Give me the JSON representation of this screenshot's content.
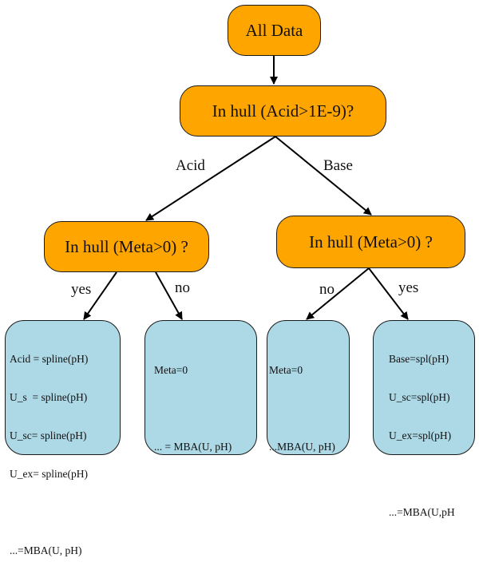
{
  "diagram": {
    "colors": {
      "decision_fill": "#ffa500",
      "leaf_fill": "#add8e6",
      "stroke": "#1a1a1a"
    },
    "nodes": {
      "root": {
        "label": "All Data"
      },
      "acid_check": {
        "label": "In hull (Acid>1E-9)?"
      },
      "meta_check_acid": {
        "label": "In hull (Meta>0) ?"
      },
      "meta_check_base": {
        "label": "In hull (Meta>0) ?"
      },
      "leaf_acid_yes": {
        "lines": [
          "Acid = spline(pH)",
          "U_s  = spline(pH)",
          "U_sc= spline(pH)",
          "U_ex= spline(pH)",
          "",
          "...=MBA(U, pH)"
        ]
      },
      "leaf_acid_no": {
        "lines": [
          "Meta=0",
          "",
          "... = MBA(U, pH)"
        ]
      },
      "leaf_base_no": {
        "lines": [
          "Meta=0",
          "",
          "...MBA(U, pH)"
        ]
      },
      "leaf_base_yes": {
        "lines": [
          "Base=spl(pH)",
          "U_sc=spl(pH)",
          "U_ex=spl(pH)",
          "",
          "...=MBA(U,pH"
        ]
      }
    },
    "edges": [
      {
        "from": "root",
        "to": "acid_check",
        "label": ""
      },
      {
        "from": "acid_check",
        "to": "meta_check_acid",
        "label": "Acid"
      },
      {
        "from": "acid_check",
        "to": "meta_check_base",
        "label": "Base"
      },
      {
        "from": "meta_check_acid",
        "to": "leaf_acid_yes",
        "label": "yes"
      },
      {
        "from": "meta_check_acid",
        "to": "leaf_acid_no",
        "label": "no"
      },
      {
        "from": "meta_check_base",
        "to": "leaf_base_no",
        "label": "no"
      },
      {
        "from": "meta_check_base",
        "to": "leaf_base_yes",
        "label": "yes"
      }
    ]
  }
}
